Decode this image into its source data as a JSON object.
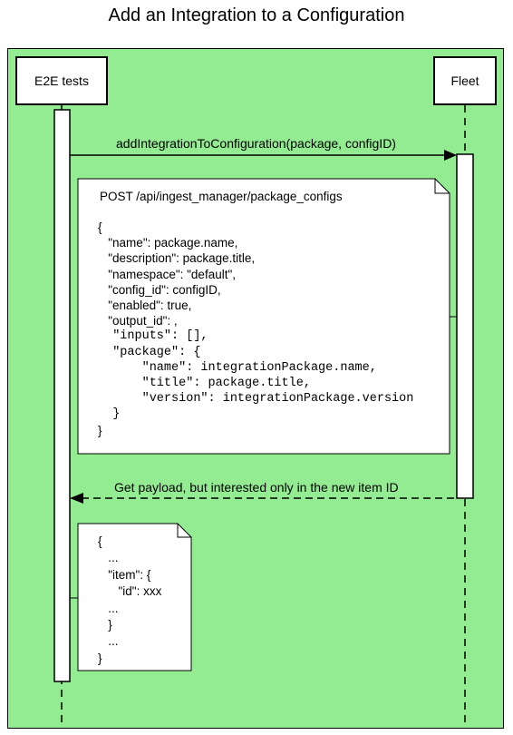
{
  "title": "Add an Integration to a Configuration",
  "actors": {
    "left": "E2E tests",
    "right": "Fleet"
  },
  "messages": {
    "request": "addIntegrationToConfiguration(package, configID)",
    "response": "Get payload, but interested only in the new item ID"
  },
  "request_note": {
    "header": "POST /api/ingest_manager/package_configs",
    "lines": [
      {
        "text": "{",
        "mono": false
      },
      {
        "text": "   \"name\": package.name,",
        "mono": false
      },
      {
        "text": "   \"description\": package.title,",
        "mono": false
      },
      {
        "text": "   \"namespace\": \"default\",",
        "mono": false
      },
      {
        "text": "   \"config_id\": configID,",
        "mono": false
      },
      {
        "text": "   \"enabled\": true,",
        "mono": false
      },
      {
        "text": "   \"output_id\": ,",
        "mono": false
      },
      {
        "text": "  \"inputs\": [],",
        "mono": true
      },
      {
        "text": "  \"package\": {",
        "mono": true
      },
      {
        "text": "      \"name\": integrationPackage.name,",
        "mono": true
      },
      {
        "text": "      \"title\": package.title,",
        "mono": true
      },
      {
        "text": "      \"version\": integrationPackage.version",
        "mono": true
      },
      {
        "text": "  }",
        "mono": true
      },
      {
        "text": "}",
        "mono": false
      }
    ]
  },
  "response_note": {
    "lines": [
      "{",
      "   ...",
      "   \"item\": {",
      "      \"id\": xxx",
      "   ...",
      "   }",
      "   ...",
      "}"
    ]
  },
  "colors": {
    "frame_background": "#93eb92",
    "border": "#000000",
    "box_fill": "#ffffff"
  }
}
